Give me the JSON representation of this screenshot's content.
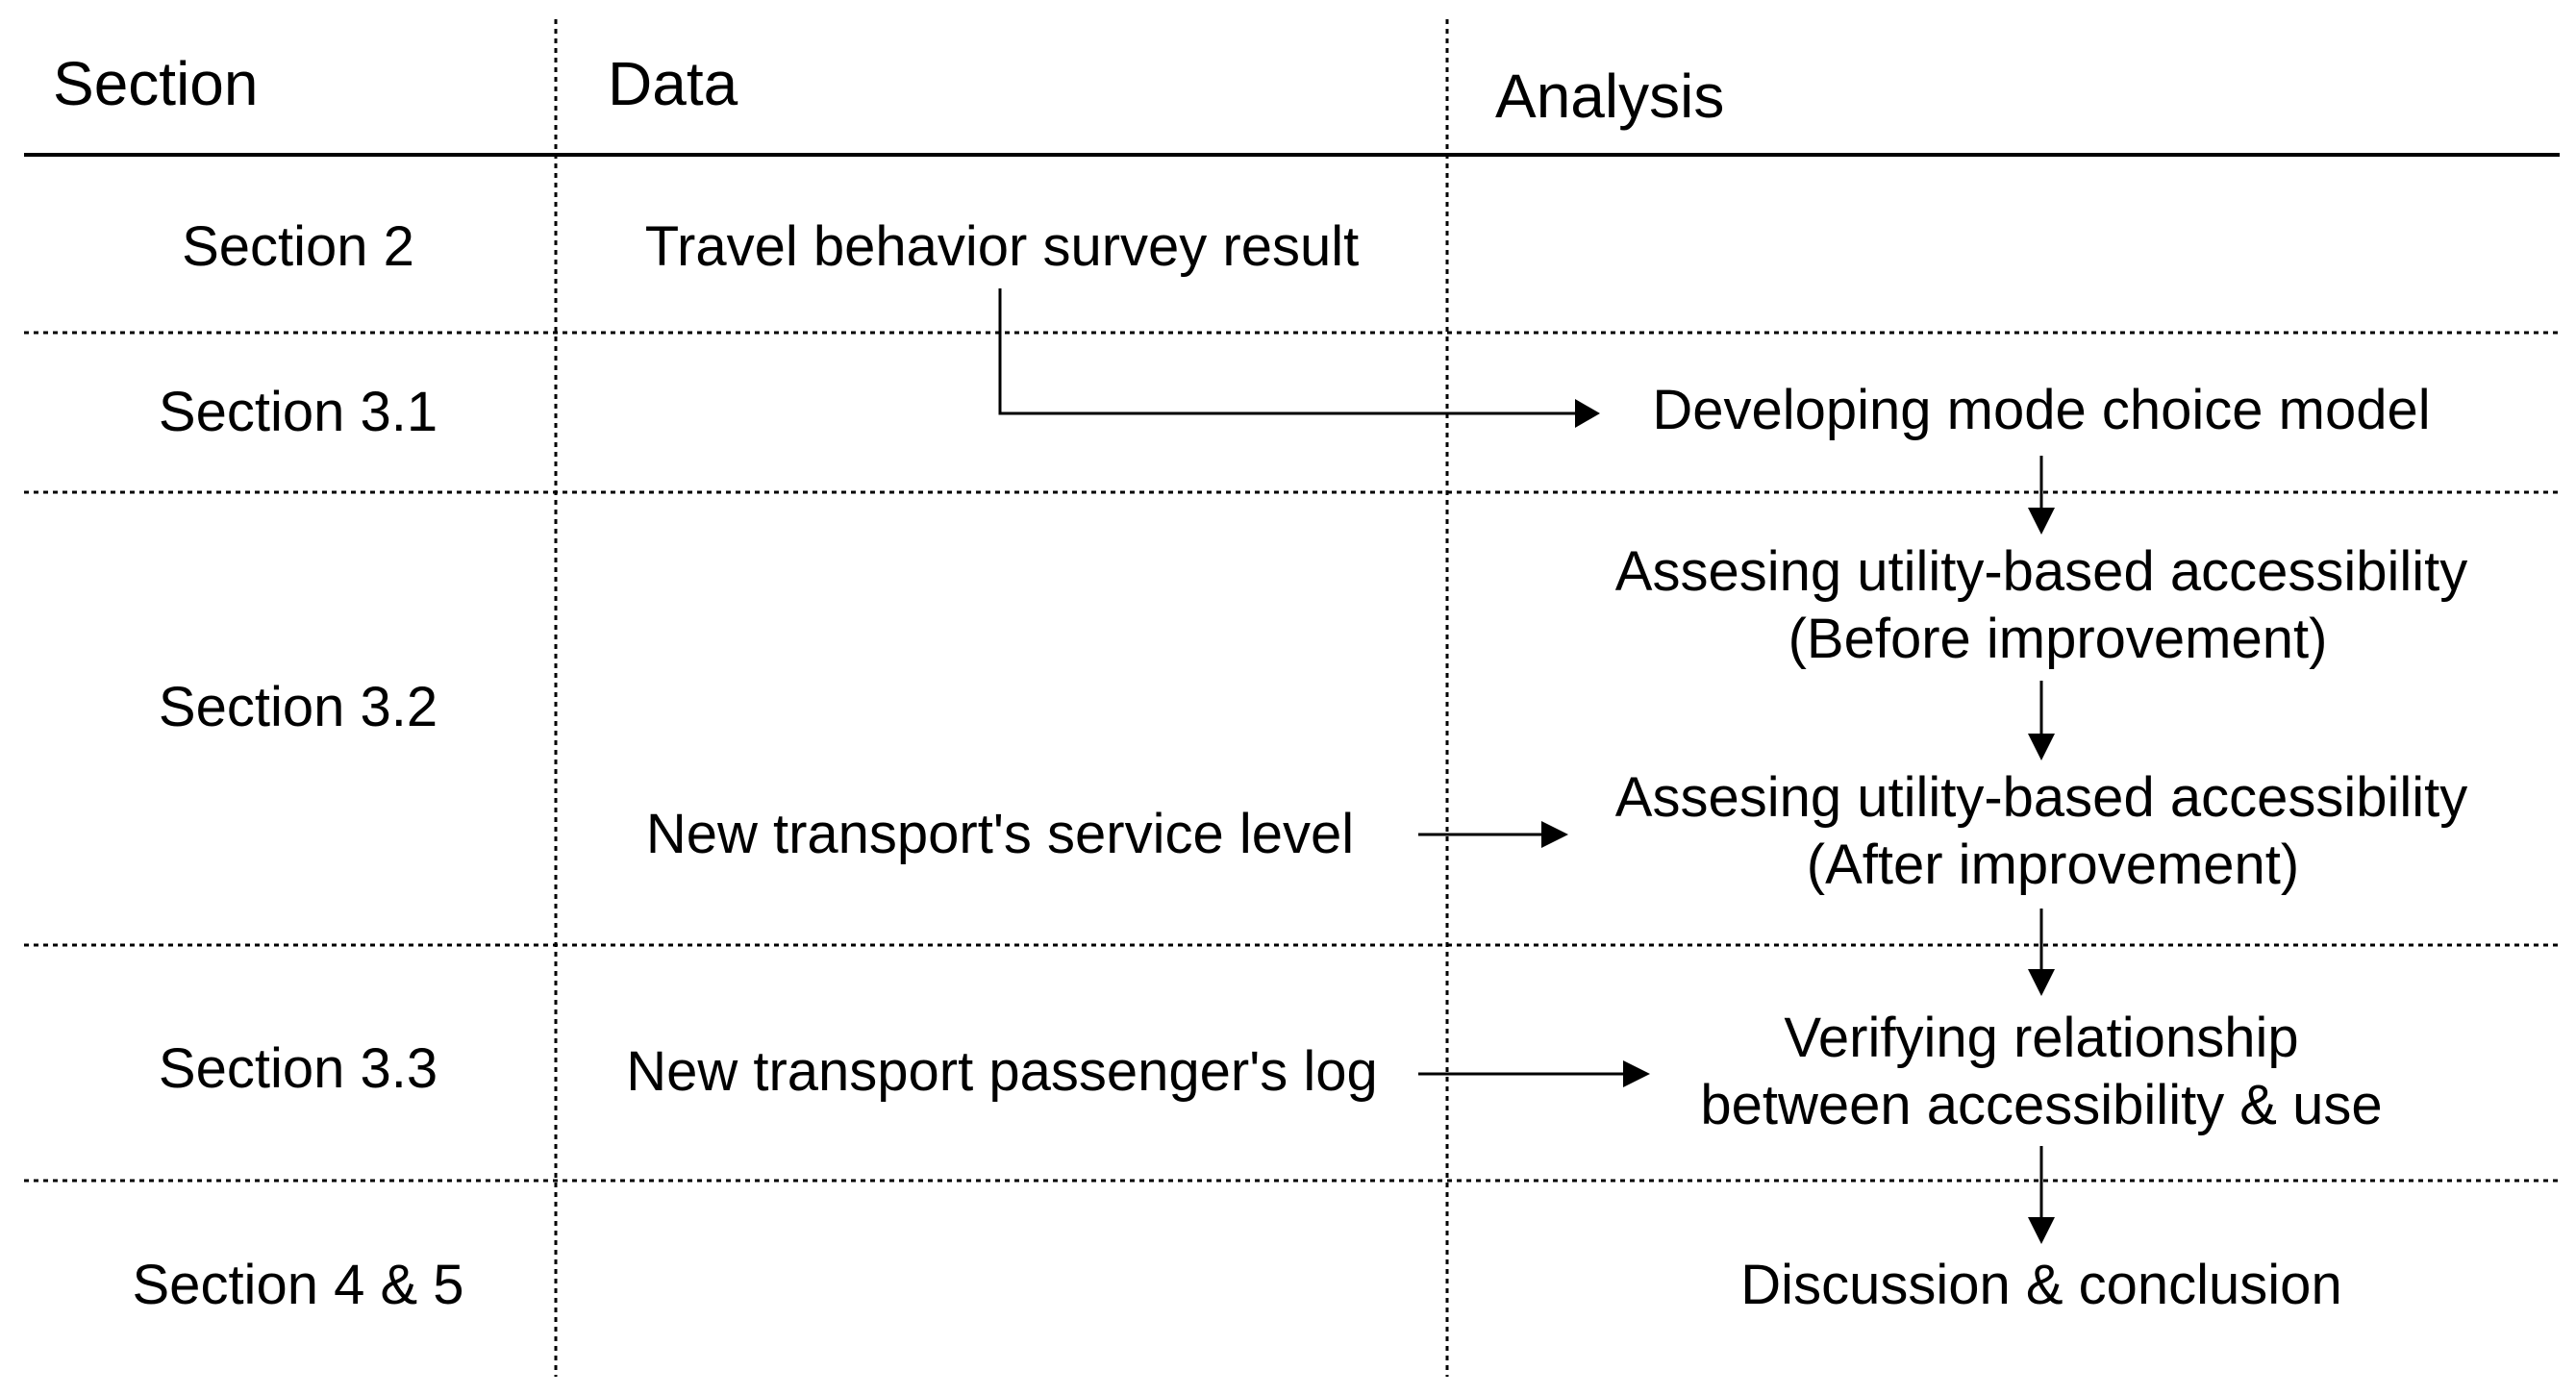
{
  "headers": {
    "section": "Section",
    "data": "Data",
    "analysis": "Analysis"
  },
  "rows": {
    "section_2": {
      "section": "Section 2",
      "data": "Travel behavior survey result"
    },
    "section_3_1": {
      "section": "Section 3.1",
      "analysis": "Developing mode choice model"
    },
    "section_3_2": {
      "section": "Section 3.2",
      "analysis_before_line1": "Assesing utility-based accessibility",
      "analysis_before_line2": "(Before improvement)",
      "data": "New transport's service level",
      "analysis_after_line1": "Assesing utility-based accessibility",
      "analysis_after_line2": "(After improvement)"
    },
    "section_3_3": {
      "section": "Section 3.3",
      "data": "New transport passenger's log",
      "analysis_line1": "Verifying relationship",
      "analysis_line2": "between accessibility & use"
    },
    "section_4_5": {
      "section": "Section 4 & 5",
      "analysis": "Discussion & conclusion"
    }
  }
}
